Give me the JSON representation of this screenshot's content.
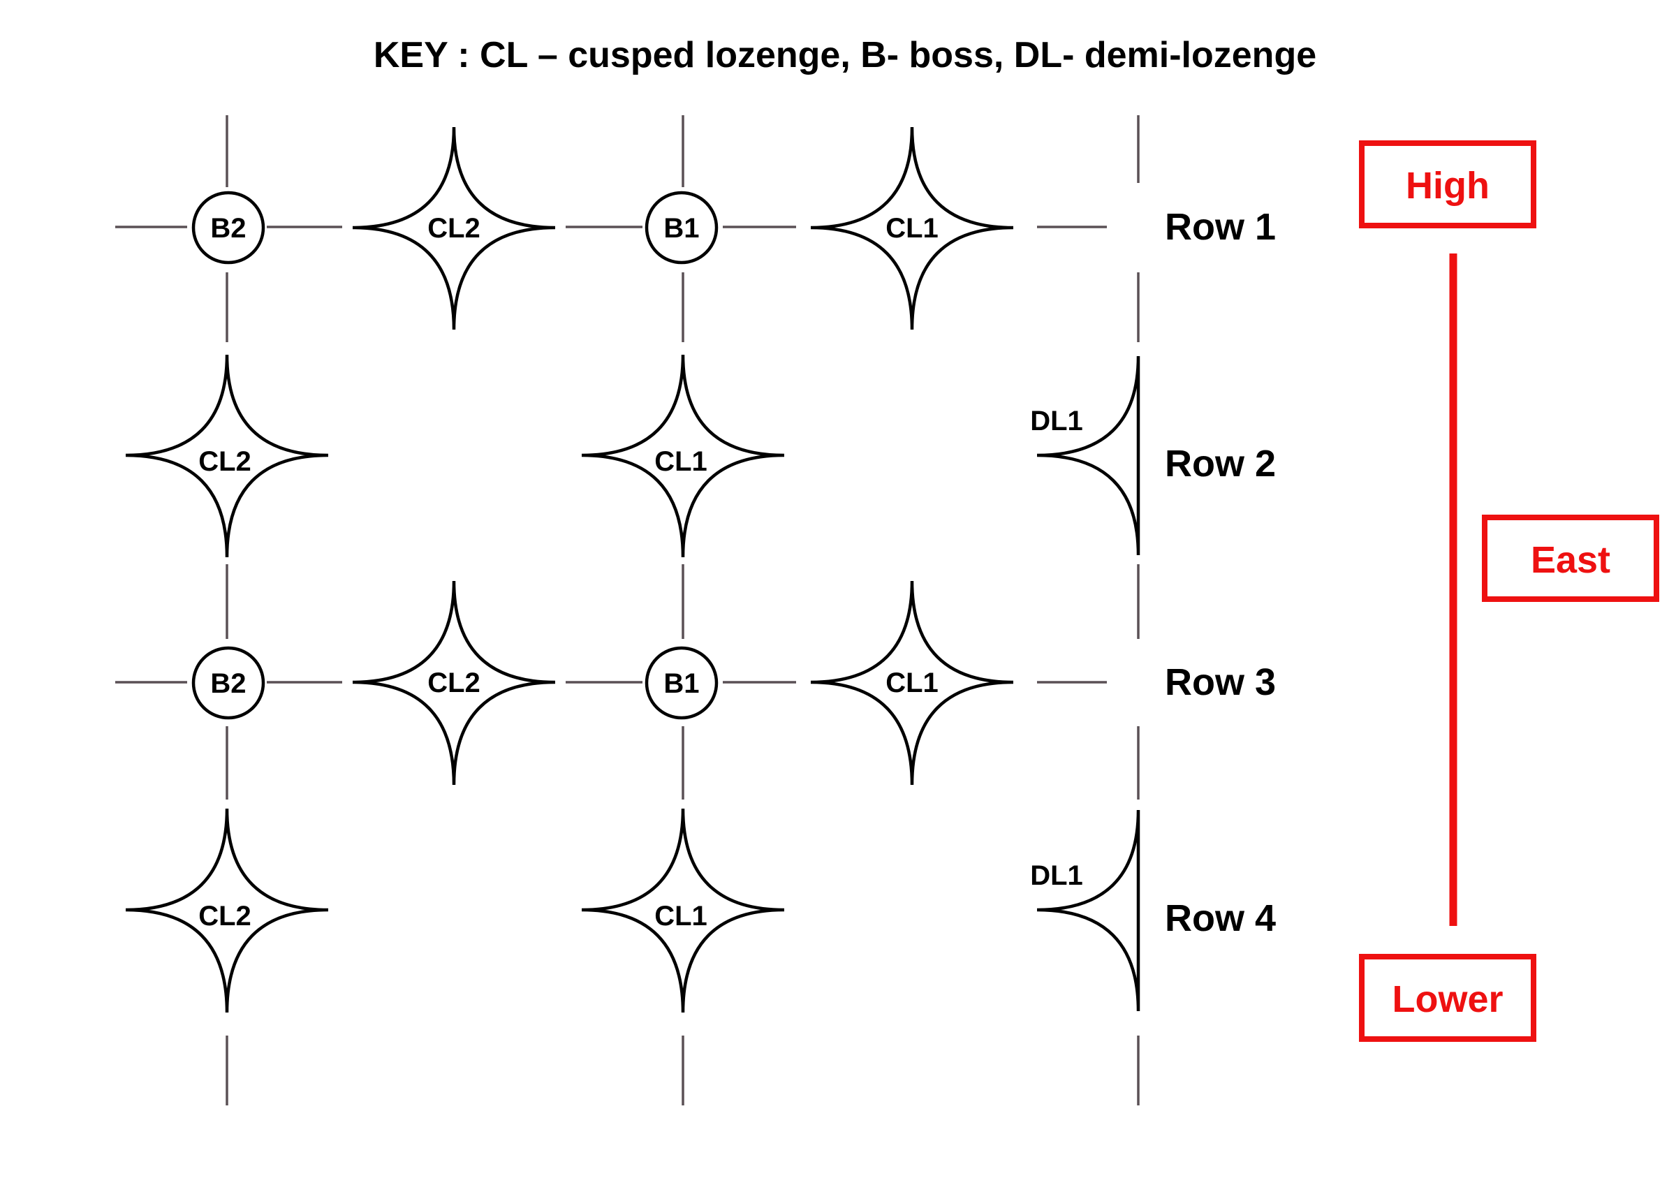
{
  "key_text": "KEY : CL – cusped lozenge, B- boss, DL- demi-lozenge",
  "rows": [
    {
      "label": "Row 1",
      "elements": [
        {
          "type": "boss",
          "label": "B2"
        },
        {
          "type": "cusped-lozenge",
          "label": "CL2"
        },
        {
          "type": "boss",
          "label": "B1"
        },
        {
          "type": "cusped-lozenge",
          "label": "CL1"
        }
      ]
    },
    {
      "label": "Row 2",
      "elements": [
        {
          "type": "cusped-lozenge",
          "label": "CL2"
        },
        {
          "type": "cusped-lozenge",
          "label": "CL1"
        },
        {
          "type": "demi-lozenge",
          "label": "DL1"
        }
      ]
    },
    {
      "label": "Row 3",
      "elements": [
        {
          "type": "boss",
          "label": "B2"
        },
        {
          "type": "cusped-lozenge",
          "label": "CL2"
        },
        {
          "type": "boss",
          "label": "B1"
        },
        {
          "type": "cusped-lozenge",
          "label": "CL1"
        }
      ]
    },
    {
      "label": "Row 4",
      "elements": [
        {
          "type": "cusped-lozenge",
          "label": "CL2"
        },
        {
          "type": "cusped-lozenge",
          "label": "CL1"
        },
        {
          "type": "demi-lozenge",
          "label": "DL1"
        }
      ]
    }
  ],
  "orientation": {
    "high_label": "High",
    "direction_label": "East",
    "lower_label": "Lower"
  },
  "colors": {
    "accent": "#ee1111",
    "line": "#000000",
    "grid": "#5a5055"
  }
}
